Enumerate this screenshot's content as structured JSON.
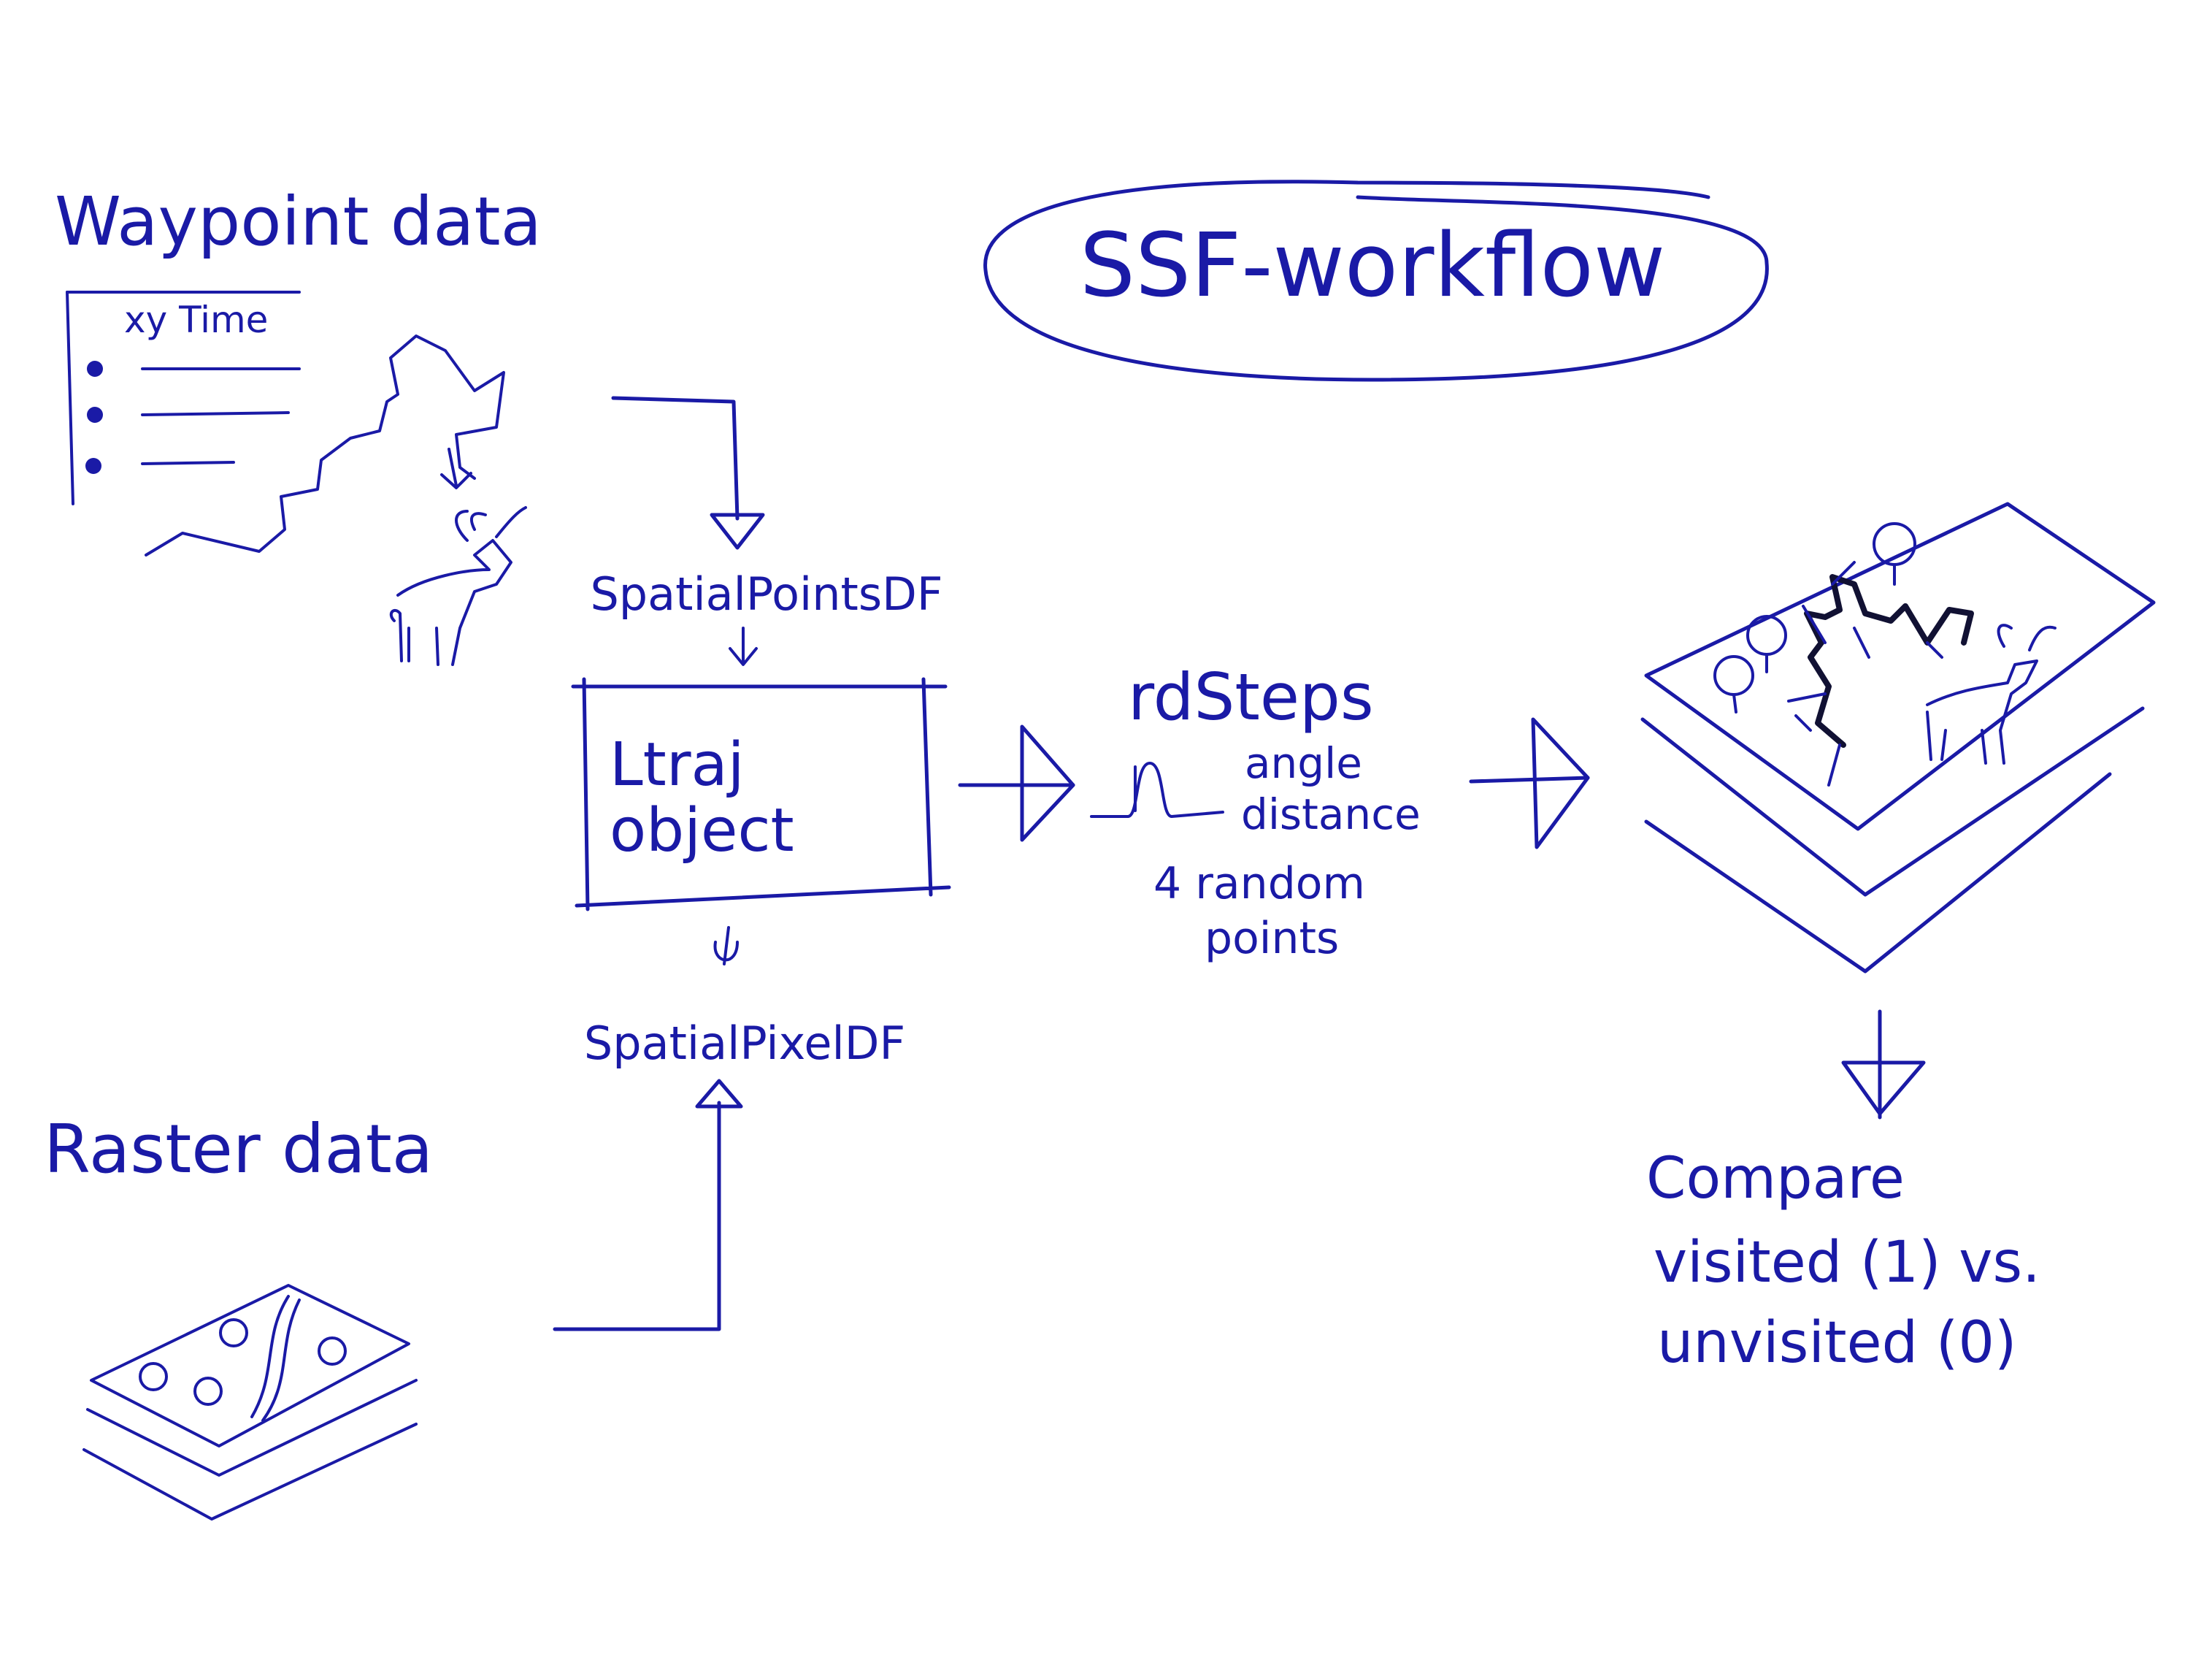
{
  "title": "SSF-workflow",
  "waypoint": {
    "label": "Waypoint data",
    "columns": "xy Time"
  },
  "raster": {
    "label": "Raster data"
  },
  "spatial_points": "SpatialPointsDF",
  "spatial_pixel": "SpatialPixelDF",
  "ltraj": {
    "line1": "Ltraj",
    "line2": "object"
  },
  "rdsteps": {
    "label": "rdSteps",
    "angle": "angle",
    "distance": "distance",
    "random_line1": "4 random",
    "random_line2": "points"
  },
  "compare": {
    "line1": "Compare",
    "line2": "visited (1) vs.",
    "line3": "unvisited (0)"
  },
  "icons": [
    "list-icon",
    "moose-icon",
    "track-path-icon",
    "raster-layers-icon",
    "tree-icon",
    "distribution-curve-icon",
    "map-stack-icon"
  ],
  "colors": {
    "ink": "#1a1aa6",
    "track": "#111133",
    "background": "#ffffff"
  }
}
